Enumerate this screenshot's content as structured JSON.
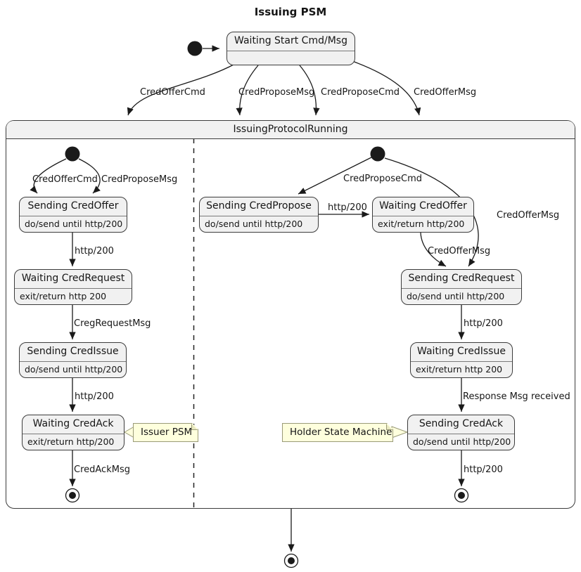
{
  "diagram": {
    "title": "Issuing PSM"
  },
  "colors": {
    "state_fill": "#f1f1f1",
    "state_border": "#3c3c3c",
    "note_fill": "#feffdd",
    "note_border": "#9a9a78",
    "line": "#1a1a1a"
  },
  "start_state": {
    "title": "Waiting Start Cmd/Msg"
  },
  "entry_transitions": [
    {
      "label": "CredOfferCmd"
    },
    {
      "label": "CredProposeMsg"
    },
    {
      "label": "CredProposeCmd"
    },
    {
      "label": "CredOfferMsg"
    }
  ],
  "composite_state": {
    "title": "IssuingProtocolRunning"
  },
  "issuer_region": {
    "start_transitions": [
      {
        "label": "CredOfferCmd"
      },
      {
        "label": "CredProposeMsg"
      }
    ],
    "states": [
      {
        "title": "Sending CredOffer",
        "body": "do/send until http/200"
      },
      {
        "title": "Waiting CredRequest",
        "body": "exit/return http 200"
      },
      {
        "title": "Sending CredIssue",
        "body": "do/send until http/200"
      },
      {
        "title": "Waiting CredAck",
        "body": "exit/return http/200"
      }
    ],
    "transitions": [
      {
        "label": "http/200"
      },
      {
        "label": "CregRequestMsg"
      },
      {
        "label": "http/200"
      },
      {
        "label": "CredAckMsg"
      }
    ],
    "note": {
      "text": "Issuer PSM"
    }
  },
  "holder_region": {
    "start_transitions": [
      {
        "label": "CredProposeCmd"
      },
      {
        "label": "CredOfferMsg"
      }
    ],
    "states": [
      {
        "title": "Sending CredPropose",
        "body": "do/send until http/200"
      },
      {
        "title": "Waiting CredOffer",
        "body": "exit/return http/200"
      },
      {
        "title": "Sending CredRequest",
        "body": "do/send until http/200"
      },
      {
        "title": "Waiting CredIssue",
        "body": "exit/return http 200"
      },
      {
        "title": "Sending CredAck",
        "body": "do/send until http/200"
      }
    ],
    "transitions": [
      {
        "label": "http/200"
      },
      {
        "label": "CredOfferMsg"
      },
      {
        "label": "http/200"
      },
      {
        "label": "Response Msg received"
      },
      {
        "label": "http/200"
      }
    ],
    "note": {
      "text": "Holder State Machine"
    }
  }
}
